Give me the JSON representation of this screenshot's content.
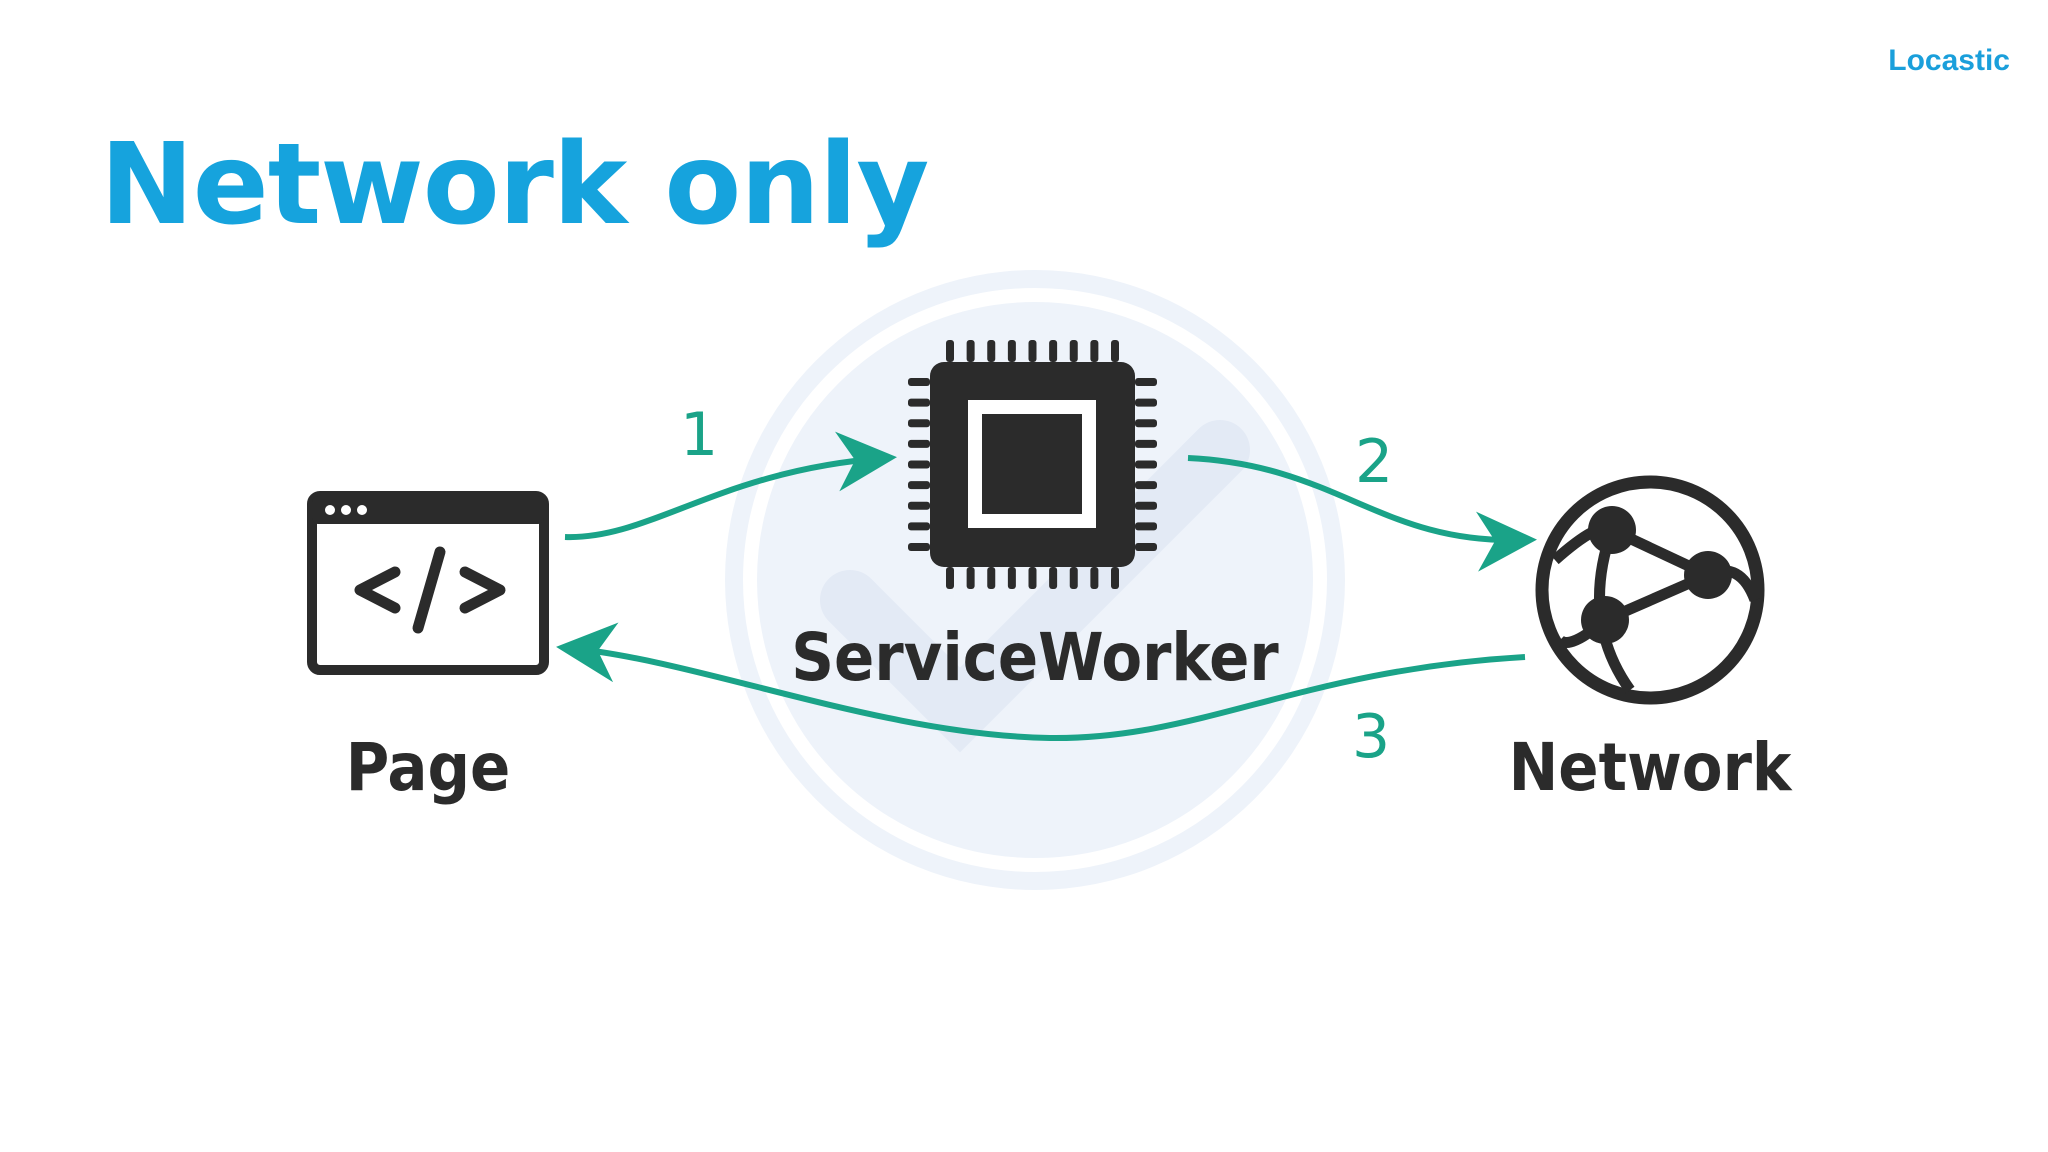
{
  "brand": "Locastic",
  "title": "Network only",
  "nodes": {
    "page": {
      "label": "Page",
      "icon": "code-window-icon"
    },
    "service_worker": {
      "label": "ServiceWorker",
      "icon": "cpu-chip-icon"
    },
    "network": {
      "label": "Network",
      "icon": "globe-network-icon"
    }
  },
  "steps": [
    "1",
    "2",
    "3"
  ],
  "colors": {
    "brand_blue": "#16a3dd",
    "arrow_green": "#1aa388",
    "icon_dark": "#2b2b2b",
    "watermark": "#eaf0f9"
  }
}
